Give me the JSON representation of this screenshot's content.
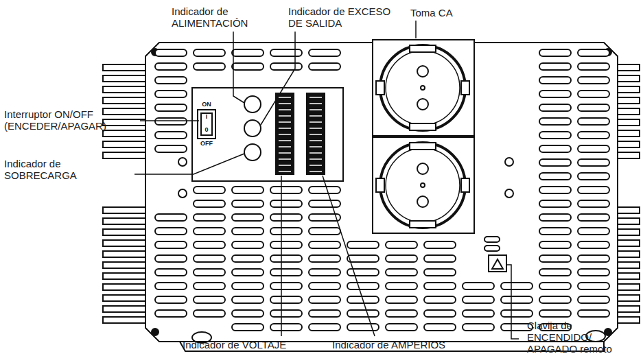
{
  "diagram": {
    "labels": [
      "Indicador de ALIMENTACIÓN",
      "Indicador de EXCESO DE SALIDA",
      "Toma CA",
      "Interruptor ON/OFF (ENCEDER/APAGAR)",
      "Indicador de SOBRECARGA",
      "Indicador de VOLTAJE",
      "Indicador de AMPERIOS",
      "Clavija de ENCENDIDO/ APAGADO remoto",
      "ON",
      "I",
      "0",
      "OFF"
    ]
  }
}
